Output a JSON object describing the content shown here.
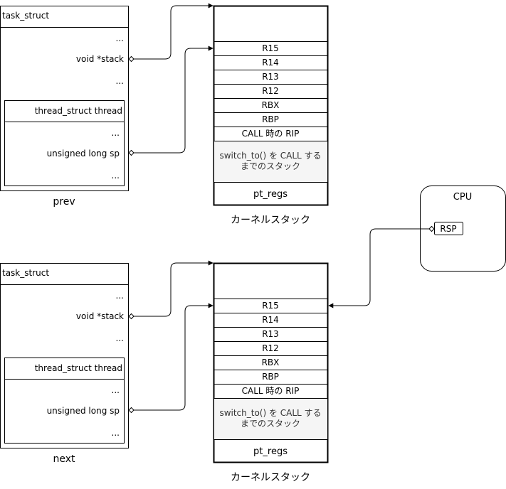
{
  "panels": [
    {
      "caption": "prev",
      "task_struct": {
        "title": "task_struct",
        "ellipsis_top": "...",
        "stack_field": "void *stack",
        "ellipsis_mid": "...",
        "thread_struct": {
          "title": "thread_struct thread",
          "ellipsis_top": "...",
          "sp_field": "unsigned long sp",
          "ellipsis_bottom": "..."
        }
      },
      "kernel_stack": {
        "caption": "カーネルスタック",
        "rows": [
          "R15",
          "R14",
          "R13",
          "R12",
          "RBX",
          "RBP",
          "CALL 時の RIP"
        ],
        "frame_lines": [
          "switch_to() を CALL する",
          "までのスタック"
        ],
        "pt_regs": "pt_regs"
      }
    },
    {
      "caption": "next",
      "task_struct": {
        "title": "task_struct",
        "ellipsis_top": "...",
        "stack_field": "void *stack",
        "ellipsis_mid": "...",
        "thread_struct": {
          "title": "thread_struct thread",
          "ellipsis_top": "...",
          "sp_field": "unsigned long sp",
          "ellipsis_bottom": "..."
        }
      },
      "kernel_stack": {
        "caption": "カーネルスタック",
        "rows": [
          "R15",
          "R14",
          "R13",
          "R12",
          "RBX",
          "RBP",
          "CALL 時の RIP"
        ],
        "frame_lines": [
          "switch_to() を CALL する",
          "までのスタック"
        ],
        "pt_regs": "pt_regs"
      }
    }
  ],
  "cpu": {
    "title": "CPU",
    "register": "RSP"
  },
  "colors": {
    "stroke": "#000000",
    "frame_fill": "#f5f5f5",
    "frame_text": "#333333"
  }
}
